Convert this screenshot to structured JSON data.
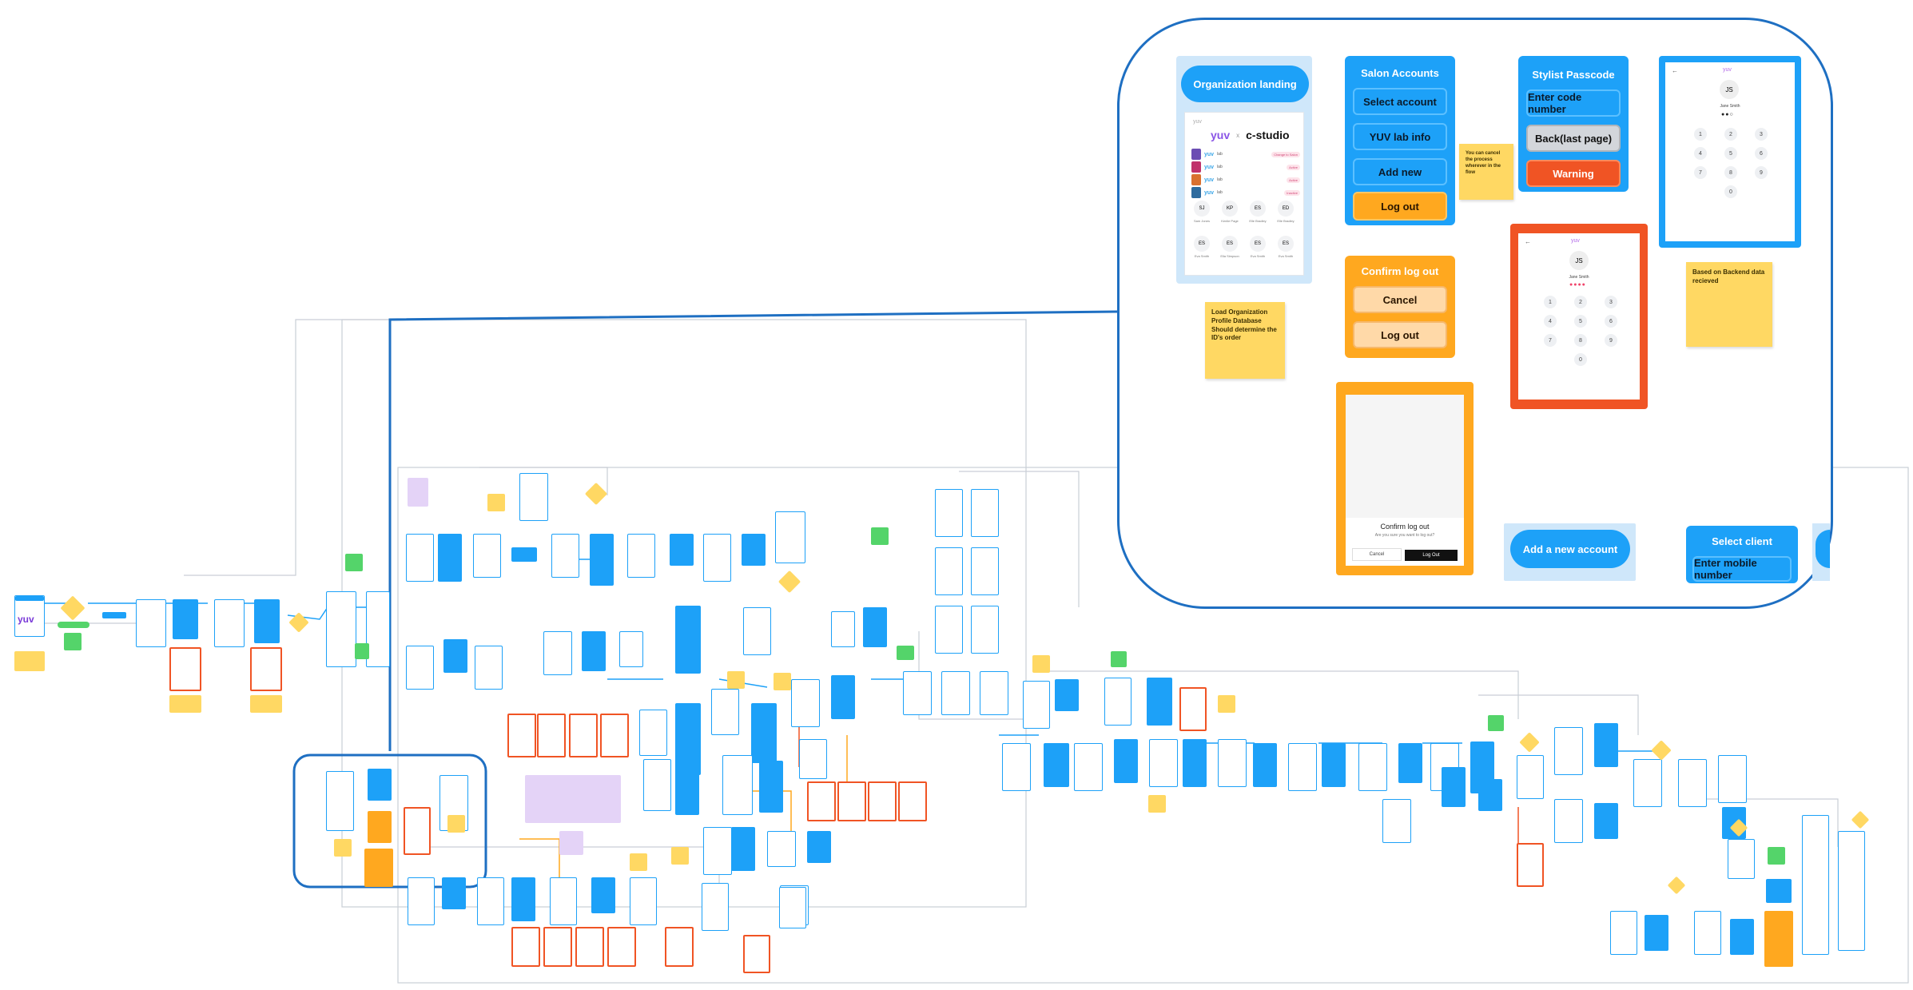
{
  "zoom": {
    "organization_landing": {
      "title": "Organization landing",
      "brand_left": "yuv",
      "brand_sep": "x",
      "brand_right": "c-studio",
      "small_brand": "yuv",
      "accounts": [
        {
          "brand": "yuv",
          "name": "lab",
          "badge": "Change to Salon"
        },
        {
          "brand": "yuv",
          "name": "lab",
          "badge": "Active"
        },
        {
          "brand": "yuv",
          "name": "lab",
          "badge": "Active"
        },
        {
          "brand": "yuv",
          "name": "lab",
          "badge": "Inactive"
        }
      ],
      "stylists": [
        {
          "initials": "SJ",
          "name": "Sam Jones"
        },
        {
          "initials": "KP",
          "name": "Kenlie Page"
        },
        {
          "initials": "ES",
          "name": "Elle Bradley"
        },
        {
          "initials": "ED",
          "name": "Elle Bradley"
        },
        {
          "initials": "ES",
          "name": "Eva Smith"
        },
        {
          "initials": "ES",
          "name": "Ella Simpson"
        },
        {
          "initials": "ES",
          "name": "Eva Smith"
        },
        {
          "initials": "ES",
          "name": "Eva Smith"
        }
      ]
    },
    "salon_accounts": {
      "title": "Salon Accounts",
      "items": [
        "Select account",
        "YUV lab info",
        "Add new",
        "Log out"
      ]
    },
    "confirm_logout": {
      "title": "Confirm log out",
      "items": [
        "Cancel",
        "Log out"
      ]
    },
    "confirm_dialog": {
      "heading": "Confirm log out",
      "subtext": "Are you sure you want to log out?",
      "cancel": "Cancel",
      "logout": "Log Out"
    },
    "stylist_passcode": {
      "title": "Stylist Passcode",
      "items": [
        "Enter code number",
        "Back(last page)",
        "Warning"
      ]
    },
    "passcode_screen": {
      "brand": "yuv",
      "initials": "JS",
      "name": "Jane Smith",
      "keys": [
        "1",
        "2",
        "3",
        "4",
        "5",
        "6",
        "7",
        "8",
        "9",
        "0"
      ]
    },
    "warning_screen": {
      "brand": "yuv",
      "initials": "JS",
      "name": "Jane Smith",
      "keys": [
        "1",
        "2",
        "3",
        "4",
        "5",
        "6",
        "7",
        "8",
        "9",
        "0"
      ]
    },
    "notes": {
      "cancel_note": "You can cancel the process wherever in the flow",
      "load_note": "Load Organization Profile Database Should determine the ID's order",
      "backend_note": "Based on Backend data recieved"
    },
    "add_account": {
      "title": "Add a new account",
      "select_client": "Select client",
      "enter_mobile": "Enter mobile number"
    }
  },
  "overview": {
    "start_brand": "yuv"
  }
}
